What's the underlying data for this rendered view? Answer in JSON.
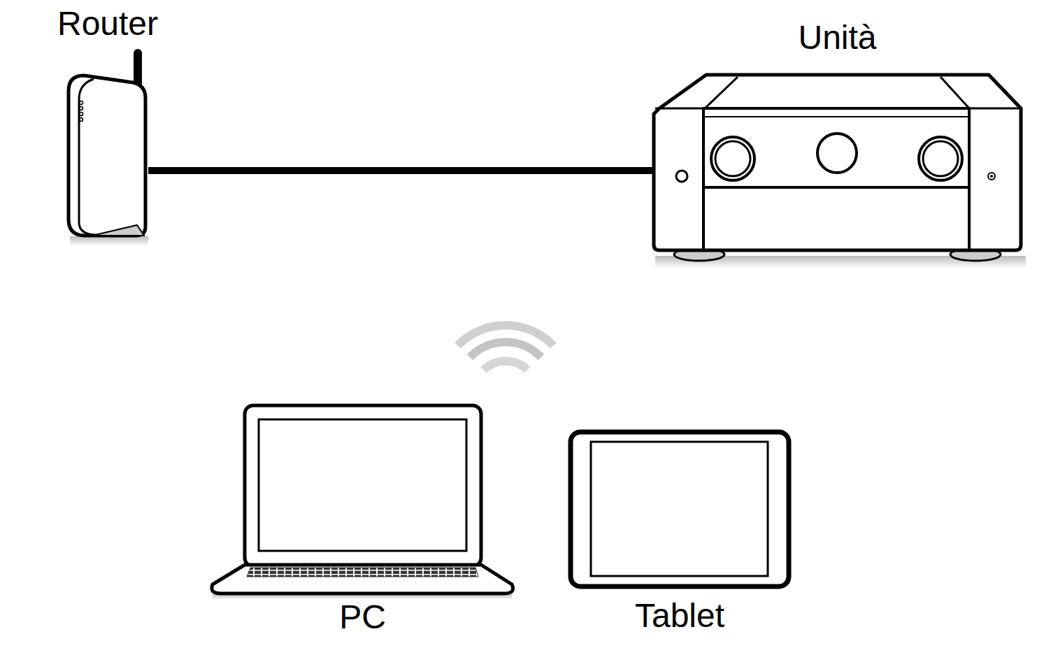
{
  "diagram": {
    "nodes": [
      {
        "text": [
          "Router"
        ]
      },
      {
        "text": [
          "Unità"
        ]
      },
      {
        "text": [
          "PC"
        ]
      },
      {
        "text": [
          "Tablet"
        ]
      }
    ],
    "edges": [
      {
        "from": 0,
        "to": 1,
        "arrow": "none"
      }
    ]
  }
}
